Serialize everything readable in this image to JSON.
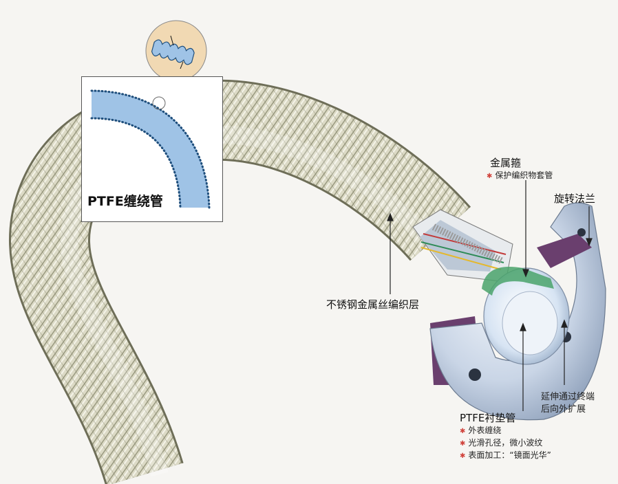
{
  "inset": {
    "title": "PTFE缠绕管"
  },
  "labels": {
    "metal_hoop": {
      "title": "金属箍",
      "notes": [
        "保护编织物套管"
      ]
    },
    "swivel_flange": {
      "title": "旋转法兰"
    },
    "braid_layer": {
      "title": "不锈钢金属丝编织层"
    },
    "flare": {
      "lines": [
        "延伸通过终端",
        "后向外扩展"
      ]
    },
    "ptfe_liner": {
      "title": "PTFE衬垫管",
      "notes": [
        "外表缠绕",
        "光滑孔径，微小波纹",
        "表面加工：“镜面光华”"
      ]
    }
  },
  "colors": {
    "background": "#f6f5f2",
    "braid_light": "#e7e6d6",
    "braid_dark": "#8c8c72",
    "ptfe_blue": "#9fc3e6",
    "ptfe_dot": "#1e4e7c",
    "flange_steel": "#c9d5e6",
    "flange_purple": "#6a3f6e",
    "bullet_red": "#d0433c"
  }
}
